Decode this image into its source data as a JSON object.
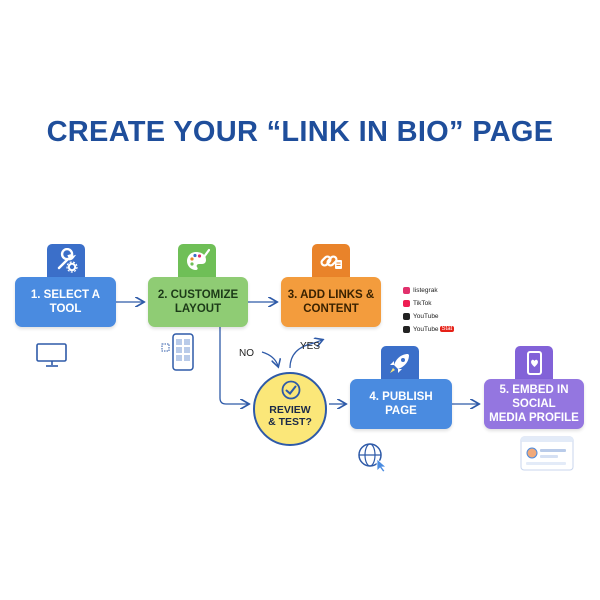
{
  "title": "CREATE YOUR “LINK IN BIO” PAGE",
  "steps": [
    {
      "label": "1. SELECT A\nTOOL",
      "color": "#4a8be0",
      "tab_color": "#3b6fc9",
      "icon": "wrench-gear-icon"
    },
    {
      "label": "2. CUSTOMIZE\nLAYOUT",
      "color": "#8fcc74",
      "tab_color": "#6fbf57",
      "icon": "palette-brush-icon"
    },
    {
      "label": "3. ADD LINKS &\nCONTENT",
      "color": "#f39c3d",
      "tab_color": "#e9832a",
      "icon": "link-icon"
    },
    {
      "label": "4. PUBLISH\nPAGE",
      "color": "#4a8be0",
      "tab_color": "#3b6fc9",
      "icon": "rocket-icon"
    },
    {
      "label": "5. EMBED IN SOCIAL\nMEDIA PROFILE",
      "color": "#9476e0",
      "tab_color": "#8262d8",
      "icon": "phone-heart-icon"
    }
  ],
  "decision": {
    "label": "REVIEW\n& TEST?",
    "icon": "checkmark-icon"
  },
  "branch_labels": {
    "no": "NO",
    "yes": "YES"
  },
  "social_list": [
    {
      "name": "Iistegrak",
      "color": "#e1306c"
    },
    {
      "name": "TikTok",
      "color": "#ee1d52"
    },
    {
      "name": "YouTube",
      "color": "#222222"
    },
    {
      "name": "YouTube",
      "color": "#222222",
      "badge": "Stat"
    }
  ],
  "decor_icons": [
    "monitor-icon",
    "phone-layout-icon",
    "globe-cursor-icon",
    "profile-card-icon"
  ]
}
